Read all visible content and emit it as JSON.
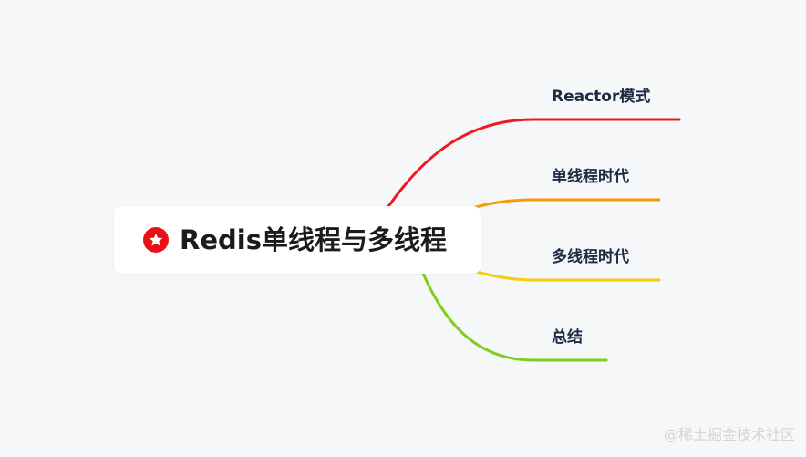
{
  "root": {
    "title": "Redis单线程与多线程",
    "icon": "star-icon",
    "icon_color": "#e8111a"
  },
  "branches": [
    {
      "label": "Reactor模式",
      "color": "#f0191f"
    },
    {
      "label": "单线程时代",
      "color": "#f59a0c"
    },
    {
      "label": "多线程时代",
      "color": "#f5cd0d"
    },
    {
      "label": "总结",
      "color": "#7fcd1d"
    }
  ],
  "watermark": "@稀土掘金技术社区"
}
